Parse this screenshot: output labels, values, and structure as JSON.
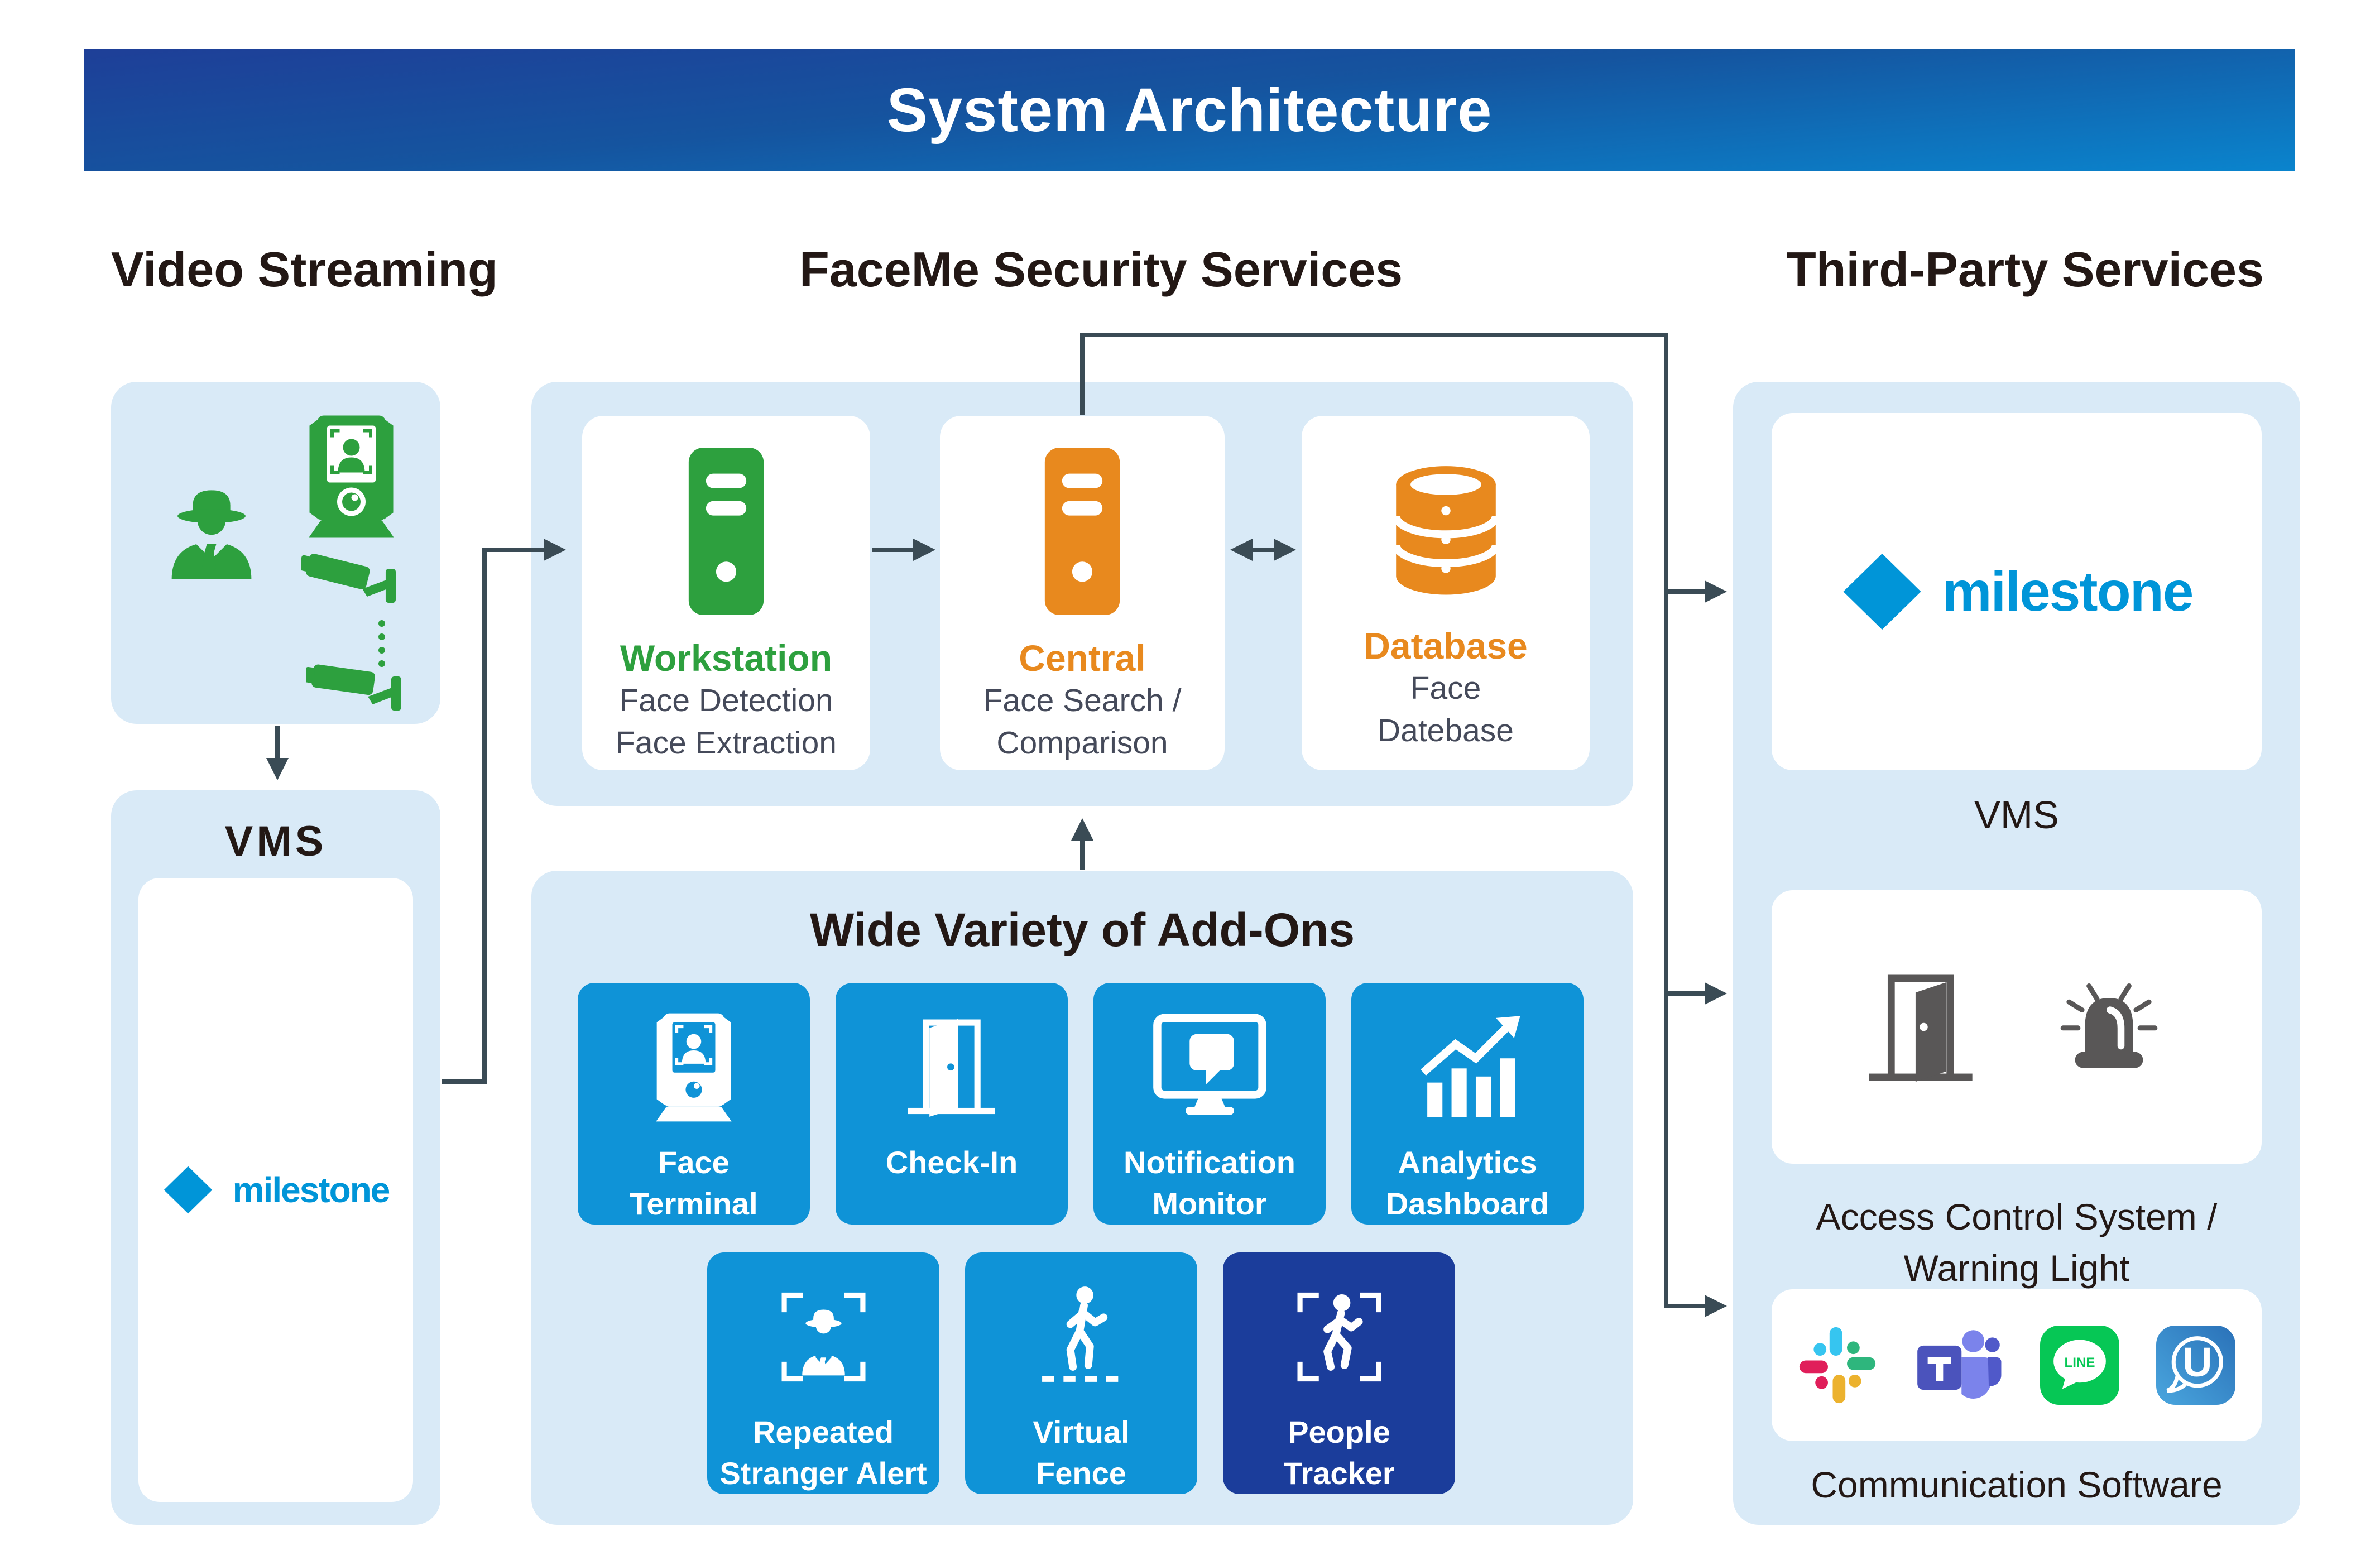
{
  "banner": {
    "title": "System Architecture"
  },
  "headings": {
    "video": "Video Streaming",
    "faceme": "FaceMe Security Services",
    "third": "Third-Party Services"
  },
  "video_column": {
    "vms_label": "VMS",
    "milestone_wordmark": "milestone"
  },
  "servers": {
    "workstation": {
      "name": "Workstation",
      "line1": "Face Detection",
      "line2": "Face Extraction"
    },
    "central": {
      "name": "Central",
      "line1": "Face Search /",
      "line2": "Comparison"
    },
    "database": {
      "name": "Database",
      "line1": "Face",
      "line2": "Datebase"
    }
  },
  "addons": {
    "title": "Wide Variety of Add-Ons",
    "tiles": [
      {
        "line1": "Face",
        "line2": "Terminal"
      },
      {
        "line1": "Check-In",
        "line2": ""
      },
      {
        "line1": "Notification",
        "line2": "Monitor"
      },
      {
        "line1": "Analytics",
        "line2": "Dashboard"
      },
      {
        "line1": "Repeated",
        "line2": "Stranger Alert"
      },
      {
        "line1": "Virtual",
        "line2": "Fence"
      },
      {
        "line1": "People",
        "line2": "Tracker"
      }
    ]
  },
  "third_party": {
    "milestone_wordmark": "milestone",
    "vms_label": "VMS",
    "access_line1": "Access Control System /",
    "access_line2": "Warning Light",
    "comm_label": "Communication Software",
    "line_logo_text": "LINE",
    "u_logo_text": "U"
  },
  "colors": {
    "banner_top": "#1e3f98",
    "banner_bottom": "#0a84cd",
    "heading": "#231815",
    "panel_light_blue": "#d9eaf7",
    "green": "#2da03e",
    "orange": "#e8891e",
    "tile_azure": "#0f93d7",
    "tile_navy": "#1b3d9b",
    "arrow_slate": "#3a4b55",
    "subtitle_slate": "#454a5a",
    "milestone_blue": "#0095d8",
    "gray_icon": "#595757",
    "line_green": "#06c755",
    "slack_blue": "#36c5f0",
    "slack_green": "#2eb67d",
    "slack_yellow": "#ecb22e",
    "slack_red": "#e01e5a",
    "teams_purple": "#4b53bc"
  }
}
